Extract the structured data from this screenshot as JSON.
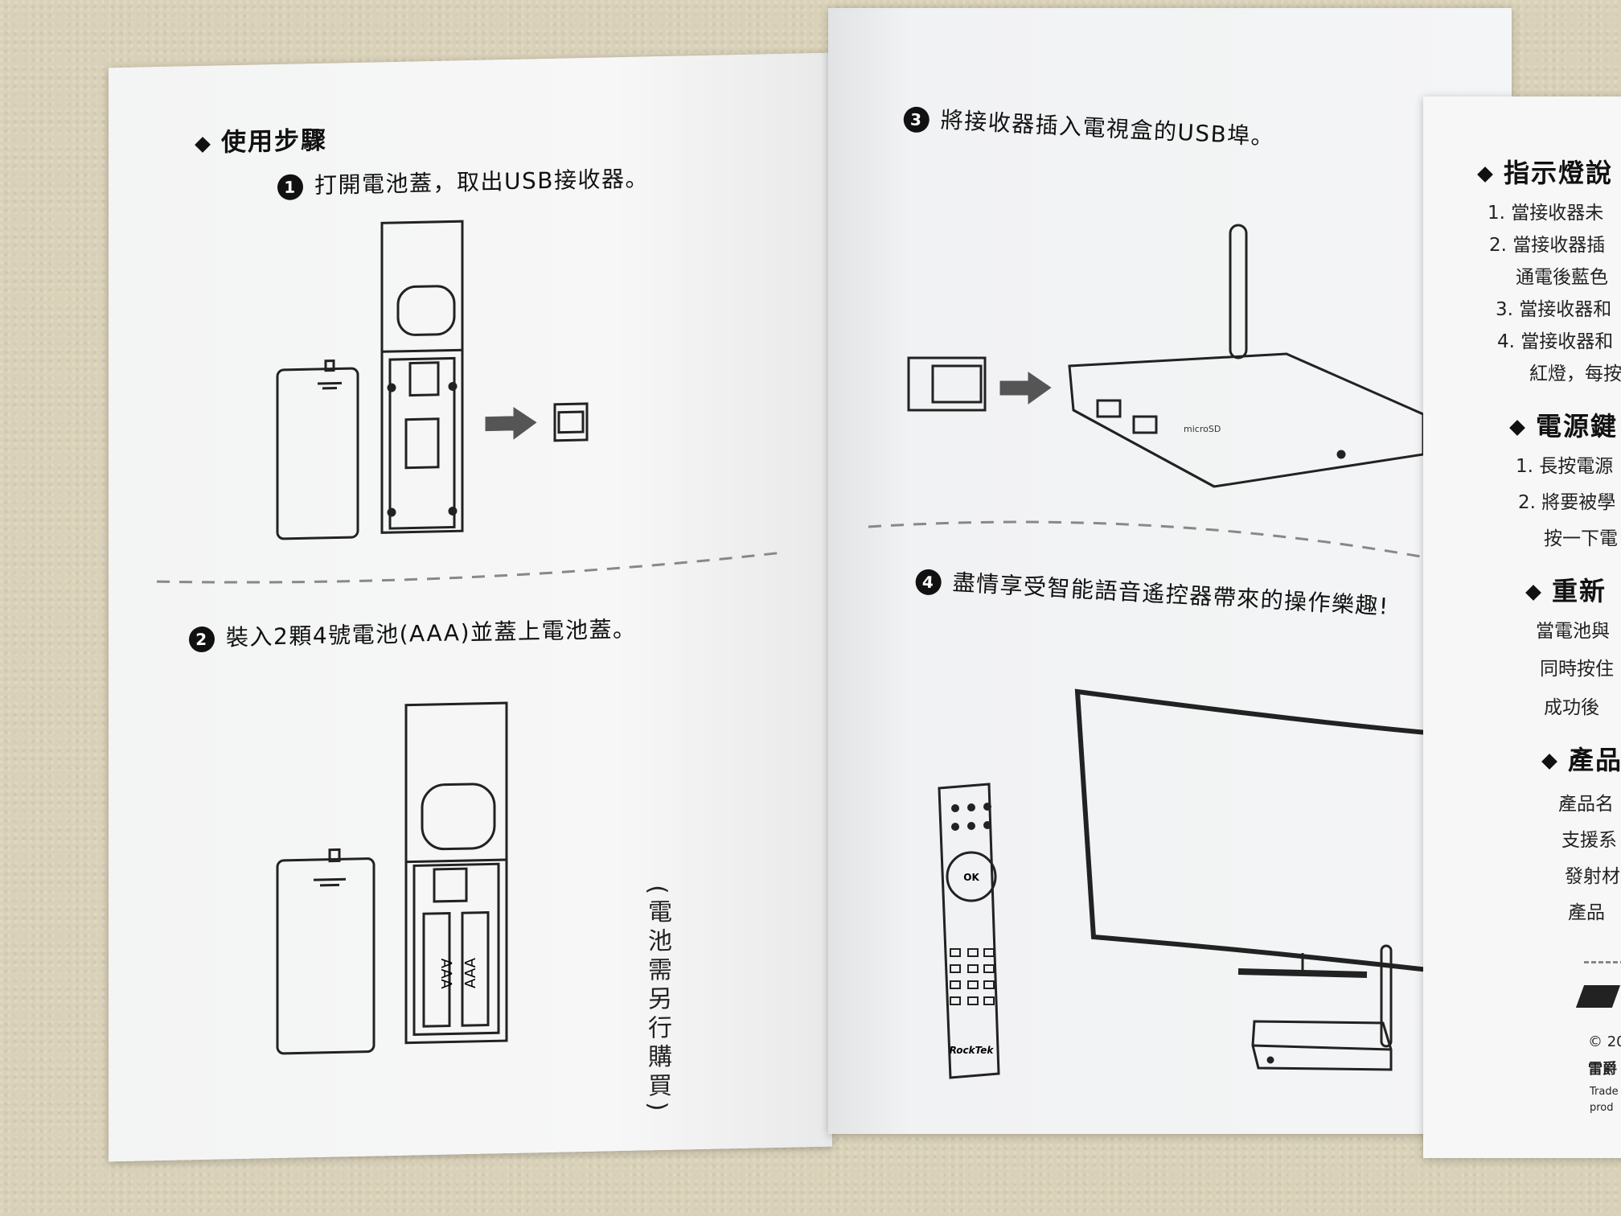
{
  "left_page": {
    "heading": "使用步驟",
    "step1_number": "1",
    "step1_text": "打開電池蓋，取出USB接收器。",
    "step2_number": "2",
    "step2_text": "裝入2顆4號電池(AAA)並蓋上電池蓋。",
    "battery_note": "(電池需另行購買)",
    "battery_labels": [
      "AAA",
      "AAA"
    ]
  },
  "right_page": {
    "step3_number": "3",
    "step3_text": "將接收器插入電視盒的USB埠。",
    "microsd_label": "microSD",
    "step4_number": "4",
    "step4_text": "盡情享受智能語音遙控器帶來的操作樂趣!",
    "remote_ok_label": "OK",
    "remote_brand": "RockTek"
  },
  "third_page": {
    "section1_heading": "指示燈說",
    "section1_lines": [
      "1. 當接收器未",
      "2. 當接收器插",
      "通電後藍色",
      "3. 當接收器和",
      "4. 當接收器和",
      "紅燈，每按"
    ],
    "section2_heading": "電源鍵",
    "section2_lines": [
      "1. 長按電源",
      "2. 將要被學",
      "按一下電"
    ],
    "section3_heading": "重新",
    "section3_lines": [
      "當電池與",
      "同時按住",
      "成功後"
    ],
    "section4_heading": "產品",
    "section4_lines": [
      "產品名",
      "支援系",
      "發射材",
      "產品"
    ],
    "footer_lines": [
      "© 20",
      "雷爵",
      "Trade",
      "prod"
    ]
  }
}
